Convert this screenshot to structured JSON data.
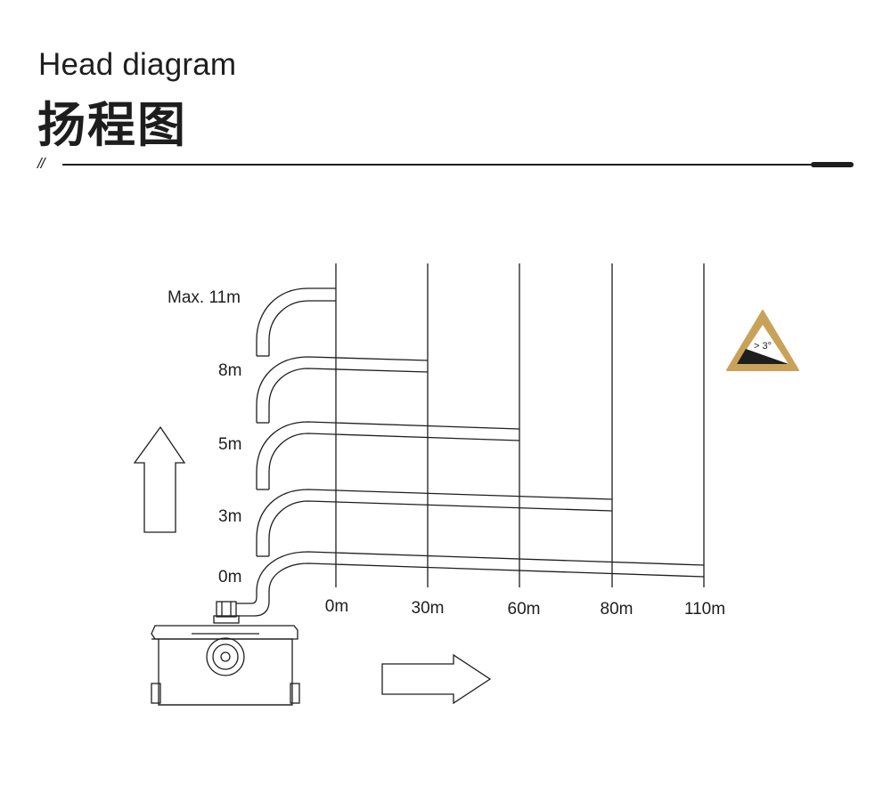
{
  "header": {
    "title_en": "Head diagram",
    "title_cn": "扬程图",
    "divider_mark": "//"
  },
  "diagram": {
    "head_labels": [
      "Max. 11m",
      "8m",
      "5m",
      "3m",
      "0m"
    ],
    "distance_labels": [
      "0m",
      "30m",
      "60m",
      "80m",
      "110m"
    ],
    "slope_sign": "> 3°",
    "colors": {
      "line": "#1e1e1e",
      "warning_border": "#c9a25a"
    }
  }
}
